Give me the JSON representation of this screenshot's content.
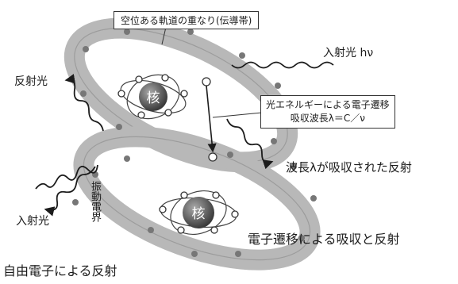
{
  "labels": {
    "top_box": "空位ある軌道の重なり(伝導帯)",
    "incident_top": "入射光 hν",
    "reflected_left": "反射光",
    "transition_line1": "光エネルギーによる電子遷移",
    "transition_line2": "吸収波長λ＝C／ν",
    "wavelength_absorbed": "波長λが吸収された反射",
    "incident_left": "入射光",
    "vibration_field": "振動電界",
    "absorption_reflection": "電子遷移による吸収と反射",
    "free_electron": "自由電子による反射",
    "nucleus_top": "核",
    "nucleus_bottom": "核"
  },
  "colors": {
    "band_fill": "#bcbcbc",
    "nucleus": "#505050",
    "ink": "#1c1c1c"
  }
}
